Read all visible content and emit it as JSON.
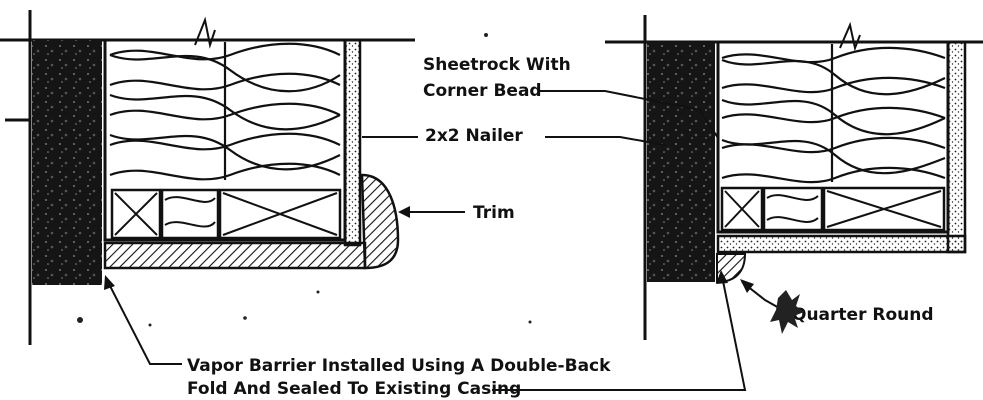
{
  "labels": {
    "sheetrock_line1": "Sheetrock With",
    "sheetrock_line2": "Corner Bead",
    "nailer": "2x2 Nailer",
    "trim": "Trim",
    "quarter_round": "Quarter Round",
    "vapor_line1": "Vapor Barrier Installed Using A Double-Back",
    "vapor_line2": "Fold And Sealed To Existing Casing"
  },
  "colors": {
    "ink": "#111111",
    "paper": "#ffffff"
  }
}
